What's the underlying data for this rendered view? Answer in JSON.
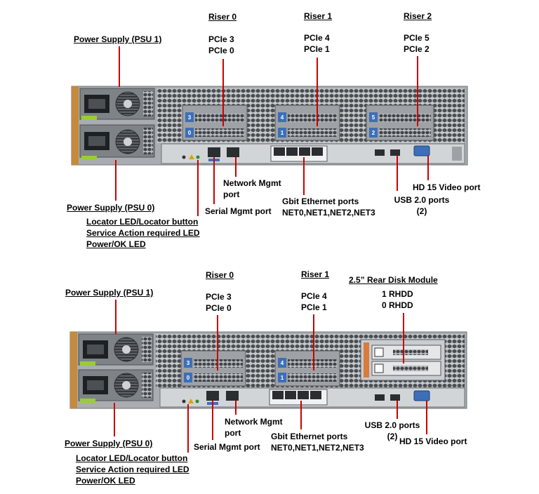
{
  "top": {
    "riser0": {
      "title": "Riser 0",
      "line1": "PCIe 3",
      "line2": "PCIe 0"
    },
    "riser1": {
      "title": "Riser 1",
      "line1": "PCIe 4",
      "line2": "PCIe 1"
    },
    "riser2": {
      "title": "Riser 2",
      "line1": "PCIe 5",
      "line2": "PCIe 2"
    },
    "psu1": "Power Supply (PSU 1)",
    "psu0": "Power Supply (PSU 0)",
    "network_mgmt": [
      "Network Mgmt",
      "port"
    ],
    "serial_mgmt": "Serial Mgmt port",
    "gbit": [
      "Gbit Ethernet ports",
      "NET0,NET1,NET2,NET3"
    ],
    "usb": [
      "USB 2.0 ports",
      "(2)"
    ],
    "hd15": "HD 15 Video port",
    "leds": [
      "Locator LED/Locator button",
      "Service Action required LED",
      "Power/OK LED"
    ],
    "slot_badges": [
      "3",
      "0",
      "4",
      "1",
      "5",
      "2"
    ]
  },
  "bottom": {
    "riser0": {
      "title": "Riser 0",
      "line1": "PCIe 3",
      "line2": "PCIe 0"
    },
    "riser1": {
      "title": "Riser 1",
      "line1": "PCIe 4",
      "line2": "PCIe 1"
    },
    "disk": {
      "title": "2.5” Rear Disk Module",
      "line1": "1 RHDD",
      "line2": "0 RHDD"
    },
    "psu1": "Power Supply (PSU 1)",
    "psu0": "Power Supply (PSU 0)",
    "network_mgmt": [
      "Network Mgmt",
      "port"
    ],
    "serial_mgmt": "Serial Mgmt port",
    "gbit": [
      "Gbit Ethernet ports",
      "NET0,NET1,NET2,NET3"
    ],
    "usb": [
      "USB 2.0 ports",
      "(2)"
    ],
    "hd15": "HD 15 Video port",
    "leds": [
      "Locator LED/Locator button",
      "Service Action required LED",
      "Power/OK LED"
    ],
    "slot_badges": [
      "3",
      "0",
      "4",
      "1"
    ]
  },
  "colors": {
    "leader": "#cc0000",
    "chassis": "#8f9499",
    "slot_badge": "#3d6fb8",
    "psu_release": "#9acd32"
  }
}
